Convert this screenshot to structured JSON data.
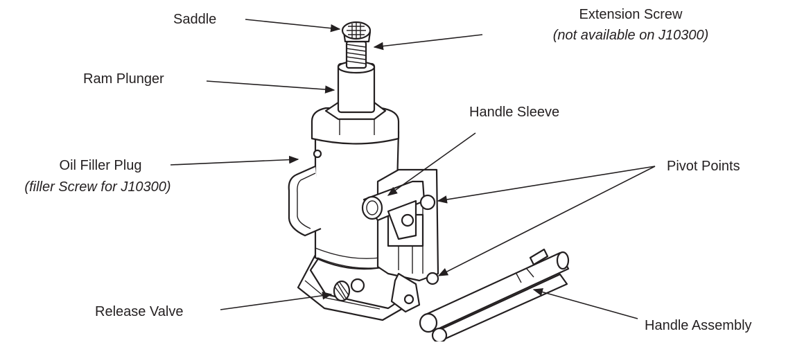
{
  "labels": {
    "saddle": "Saddle",
    "extension_screw": "Extension Screw",
    "extension_screw_note": "(not available on J10300)",
    "ram_plunger": "Ram Plunger",
    "handle_sleeve": "Handle Sleeve",
    "oil_filler_plug": "Oil Filler Plug",
    "oil_filler_plug_note": "(filler Screw for J10300)",
    "pivot_points": "Pivot Points",
    "release_valve": "Release Valve",
    "handle_assembly": "Handle Assembly"
  }
}
